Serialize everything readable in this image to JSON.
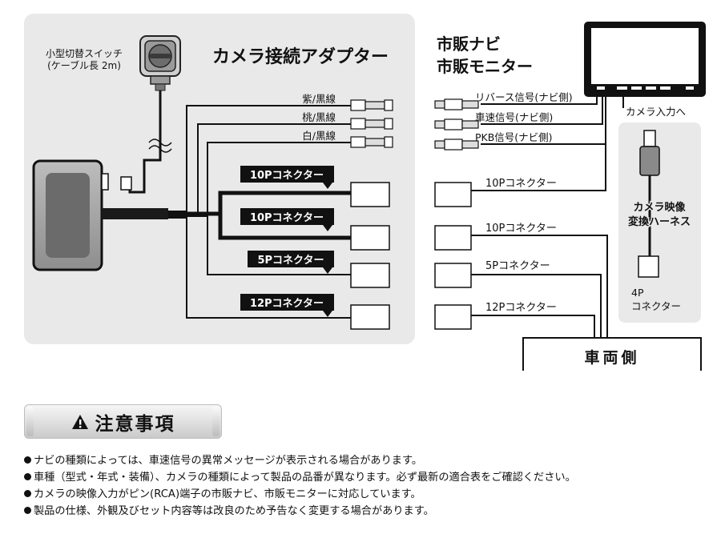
{
  "diagram": {
    "adapter_title": "カメラ接続アダプター",
    "switch_label_line1": "小型切替スイッチ",
    "switch_label_line2": "(ケーブル長 2m)",
    "wire_labels": [
      "紫/黒線",
      "桃/黒線",
      "白/黒線"
    ],
    "adapter_connectors": [
      "10Pコネクター",
      "10Pコネクター",
      "5Pコネクター",
      "12Pコネクター"
    ],
    "navi_title_line1": "市販ナビ",
    "navi_title_line2": "市販モニター",
    "signal_labels": [
      "リバース信号(ナビ側)",
      "車速信号(ナビ側)",
      "PKB信号(ナビ側)"
    ],
    "camera_input_label": "カメラ入力へ",
    "harness_label_line1": "カメラ映像",
    "harness_label_line2": "変換ハーネス",
    "harness_connector_line1": "4P",
    "harness_connector_line2": "コネクター",
    "vehicle_connectors": [
      "10Pコネクター",
      "10Pコネクター",
      "5Pコネクター",
      "12Pコネクター"
    ],
    "vehicle_label": "車両側"
  },
  "notice": {
    "title": "注意事項",
    "icon": "warning-triangle-icon",
    "items": [
      "ナビの種類によっては、車速信号の異常メッセージが表示される場合があります。",
      "車種（型式・年式・装備）、カメラの種類によって製品の品番が異なります。必ず最新の適合表をご確認ください。",
      "カメラの映像入力がピン(RCA)端子の市販ナビ、市販モニターに対応しています。",
      "製品の仕様、外観及びセット内容等は改良のため予告なく変更する場合があります。"
    ]
  }
}
